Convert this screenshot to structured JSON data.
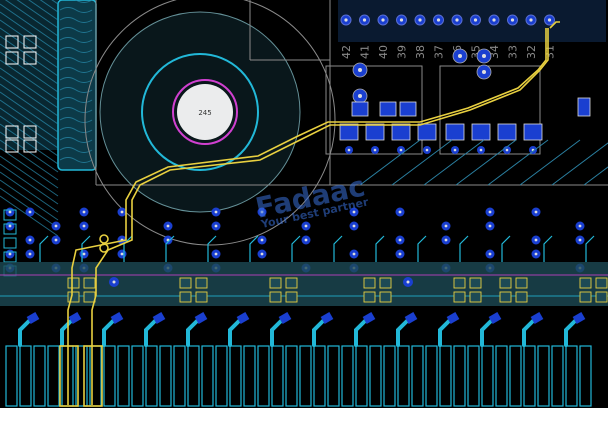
{
  "board": {
    "pin_numbers": [
      "42",
      "41",
      "40",
      "39",
      "38",
      "37",
      "36",
      "35",
      "34",
      "33",
      "32",
      "31"
    ],
    "center_hole_label": "245",
    "watermark": {
      "brand": "Fadaac",
      "tagline": "Your best partner"
    }
  },
  "colors": {
    "background": "#000000",
    "trace_cyan": "#22b8d8",
    "trace_yellow": "#e8d040",
    "pad_blue": "#1a3fd0",
    "outline_gray": "#8a8a8a",
    "magenta": "#d040d0",
    "dark_teal_band": "#1d4a55",
    "pad_fill_white": "#dddddd"
  }
}
